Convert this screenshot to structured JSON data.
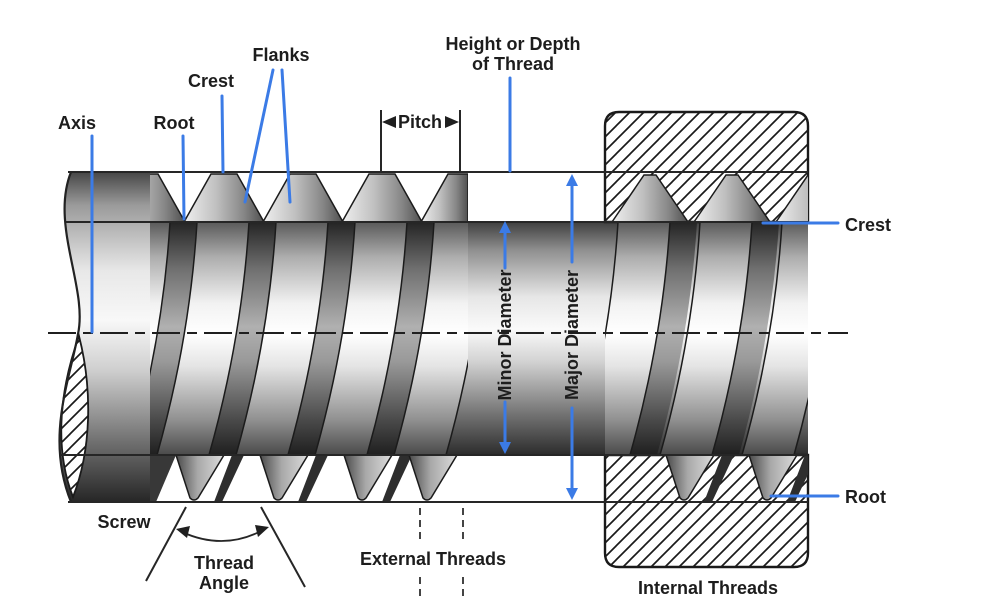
{
  "diagram": {
    "subject": "screw-thread-nomenclature",
    "labels": {
      "axis": "Axis",
      "root_left": "Root",
      "crest_left": "Crest",
      "flanks": "Flanks",
      "height_depth_line1": "Height or Depth",
      "height_depth_line2": "of Thread",
      "pitch": "Pitch",
      "minor_diameter": "Minor Diameter",
      "major_diameter": "Major Diameter",
      "crest_right": "Crest",
      "root_right": "Root",
      "screw": "Screw",
      "thread_angle_line1": "Thread",
      "thread_angle_line2": "Angle",
      "external_threads": "External Threads",
      "internal_threads": "Internal Threads"
    },
    "colors": {
      "accent_blue": "#3b7be6",
      "text_dark": "#1d1d1d",
      "line_dark": "#262626",
      "hatch_dark": "#1a1a1a"
    }
  }
}
